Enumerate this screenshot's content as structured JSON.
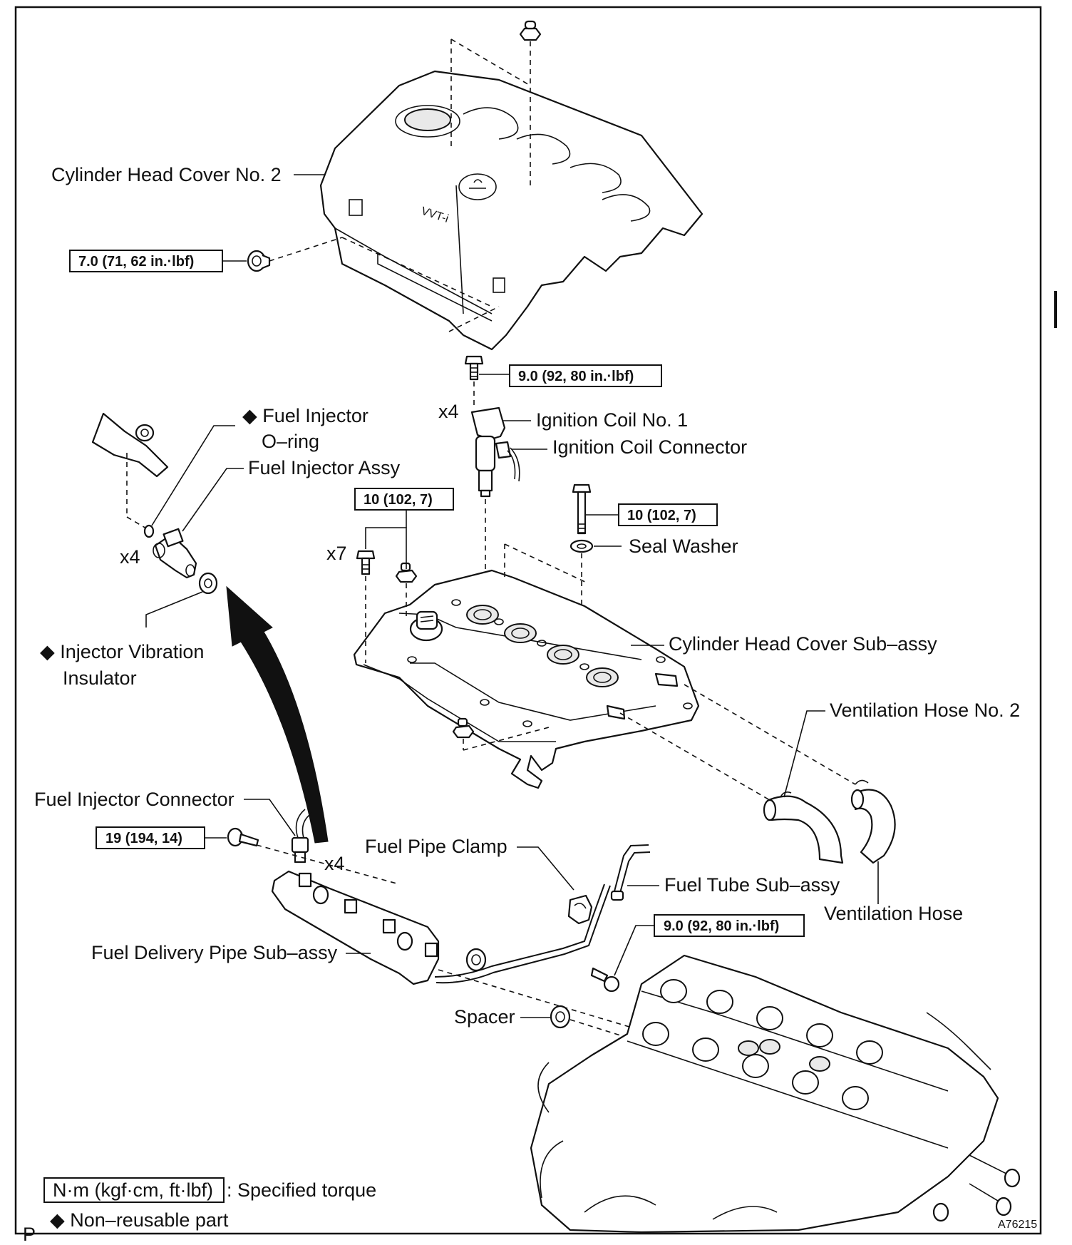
{
  "labels": {
    "cylinder_head_cover_no2": "Cylinder Head Cover No. 2",
    "fuel_injector_oring_1": "◆ Fuel Injector",
    "fuel_injector_oring_2": "O–ring",
    "fuel_injector_assy": "Fuel Injector Assy",
    "ignition_coil_no1": "Ignition Coil No. 1",
    "ignition_coil_connector": "Ignition Coil Connector",
    "seal_washer": "Seal Washer",
    "injector_vibration_1": "◆ Injector Vibration",
    "injector_vibration_2": "Insulator",
    "cylinder_head_cover_subassy": "Cylinder Head Cover Sub–assy",
    "ventilation_hose_no2": "Ventilation Hose No. 2",
    "fuel_injector_connector": "Fuel Injector Connector",
    "fuel_pipe_clamp": "Fuel Pipe Clamp",
    "fuel_tube_subassy": "Fuel Tube Sub–assy",
    "ventilation_hose": "Ventilation Hose",
    "fuel_delivery_pipe_subassy": "Fuel Delivery Pipe Sub–assy",
    "spacer": "Spacer"
  },
  "torques": {
    "head_cover_nut": "7.0 (71, 62 in.·lbf)",
    "ignition_coil_bolt": "9.0 (92, 80 in.·lbf)",
    "head_cover_bolts": "10 (102, 7)",
    "seal_washer_bolt": "10 (102, 7)",
    "delivery_pipe_bolt": "19 (194, 14)",
    "fuel_tube_bolt": "9.0 (92, 80 in.·lbf)"
  },
  "quantities": {
    "ignition_coil": "x4",
    "injector": "x4",
    "head_cover_bolts": "x7",
    "injector_connector": "x4"
  },
  "legend": {
    "torque_box": "N·m (kgf·cm, ft·lbf)",
    "torque_text": ": Specified torque",
    "nonreusable": "◆ Non–reusable part"
  },
  "corner": {
    "page_letter": "P",
    "figure_id": "A76215"
  }
}
